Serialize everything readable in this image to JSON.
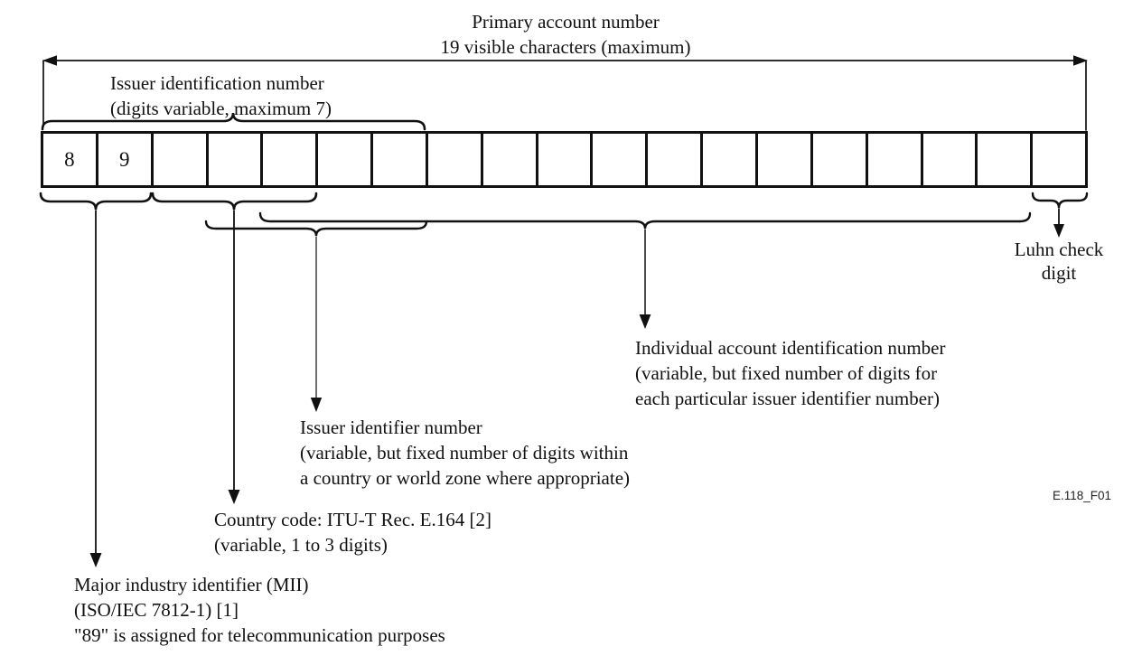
{
  "colors": {
    "ink": "#111111",
    "background": "#ffffff"
  },
  "title": {
    "line1": "Primary account number",
    "line2": "19 visible characters (maximum)"
  },
  "iin_label": {
    "line1": "Issuer identification number",
    "line2": "(digits variable, maximum 7)"
  },
  "boxes": {
    "cells": [
      "8",
      "9",
      "",
      "",
      "",
      "",
      "",
      "",
      "",
      "",
      "",
      "",
      "",
      "",
      "",
      "",
      "",
      "",
      ""
    ]
  },
  "labels": {
    "luhn": {
      "line1": "Luhn check",
      "line2": "digit"
    },
    "individual_account": {
      "line1": "Individual account identification number",
      "line2": "(variable, but fixed number of digits for",
      "line3": "each particular issuer identifier number)"
    },
    "issuer_identifier": {
      "line1": "Issuer identifier number",
      "line2": "(variable, but fixed number of digits within",
      "line3": "a country or world zone where appropriate)"
    },
    "country_code": {
      "line1": "Country code: ITU-T Rec. E.164 [2]",
      "line2": "(variable, 1 to 3 digits)"
    },
    "mii": {
      "line1": "Major industry identifier (MII)",
      "line2": "(ISO/IEC 7812-1) [1]",
      "line3": "\"89\" is assigned for telecommunication purposes"
    }
  },
  "figure_id": "E.118_F01"
}
